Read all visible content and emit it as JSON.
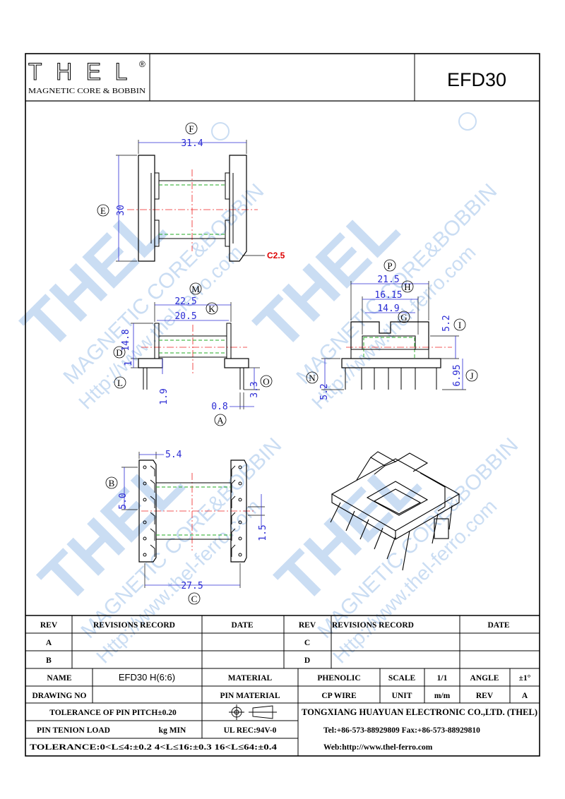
{
  "logo": {
    "brand": "THEL",
    "registered": "®",
    "tagline": "MAGNETIC CORE & BOBBIN"
  },
  "part_number": "EFD30",
  "watermark": {
    "brand": "THEL",
    "text1": "MAGNETIC CORE&BOBBIN",
    "text2": "Http://www.thel-ferro.com"
  },
  "dimensions": {
    "F": {
      "letter": "F",
      "value": "31.4"
    },
    "E": {
      "letter": "E",
      "value": "30"
    },
    "chamfer": "C2.5",
    "M": {
      "letter": "M",
      "value": "22.5"
    },
    "K": {
      "letter": "K",
      "value": "20.5"
    },
    "D": {
      "letter": "D",
      "value": "14.8"
    },
    "L": {
      "letter": "L",
      "value": "1"
    },
    "L2": "1.9",
    "A": {
      "letter": "A",
      "value": "0.8"
    },
    "O": {
      "letter": "O",
      "value": "3.3"
    },
    "P": {
      "letter": "P",
      "value": "21.5"
    },
    "H": {
      "letter": "H",
      "value": "16.15"
    },
    "G": {
      "letter": "G",
      "value": "14.9"
    },
    "I": {
      "letter": "I",
      "value": "5.2"
    },
    "N": {
      "letter": "N",
      "value": "5.2"
    },
    "J": {
      "letter": "J",
      "value": "6.95"
    },
    "S": "5.4",
    "B": {
      "letter": "B",
      "value": "5.0"
    },
    "pitch": "1.5",
    "C": {
      "letter": "C",
      "value": "27.5"
    }
  },
  "title_block": {
    "rev_header": "REV",
    "revisions_header": "REVISIONS RECORD",
    "date_header": "DATE",
    "rev_a": "A",
    "rev_b": "B",
    "rev_c": "C",
    "rev_d": "D",
    "name_label": "NAME",
    "name_value": "EFD30 H(6:6)",
    "material_label": "MATERIAL",
    "material_value": "PHENOLIC",
    "scale_label": "SCALE",
    "scale_value": "1/1",
    "angle_label": "ANGLE",
    "angle_value": "±1°",
    "drawing_no_label": "DRAWING NO",
    "pin_material_label": "PIN MATERIAL",
    "pin_material_value": "CP WIRE",
    "unit_label": "UNIT",
    "unit_value": "m/m",
    "rev_label": "REV",
    "rev_value": "A",
    "pitch_tolerance": "TOLERANCE OF PIN PITCH±0.20",
    "company": "TONGXIANG HUAYUAN ELECTRONIC CO.,LTD.  (THEL)",
    "pin_tension_label": "PIN TENION LOAD",
    "pin_tension_unit": "kg MIN",
    "ul_rec": "UL REC:94V-0",
    "tel": "Tel:+86-573-88929809 Fax:+86-573-88929810",
    "tolerance": "TOLERANCE:0<L≤4:±0.2  4<L≤16:±0.3  16<L≤64:±0.4",
    "web": "Web:http://www.thel-ferro.com"
  }
}
